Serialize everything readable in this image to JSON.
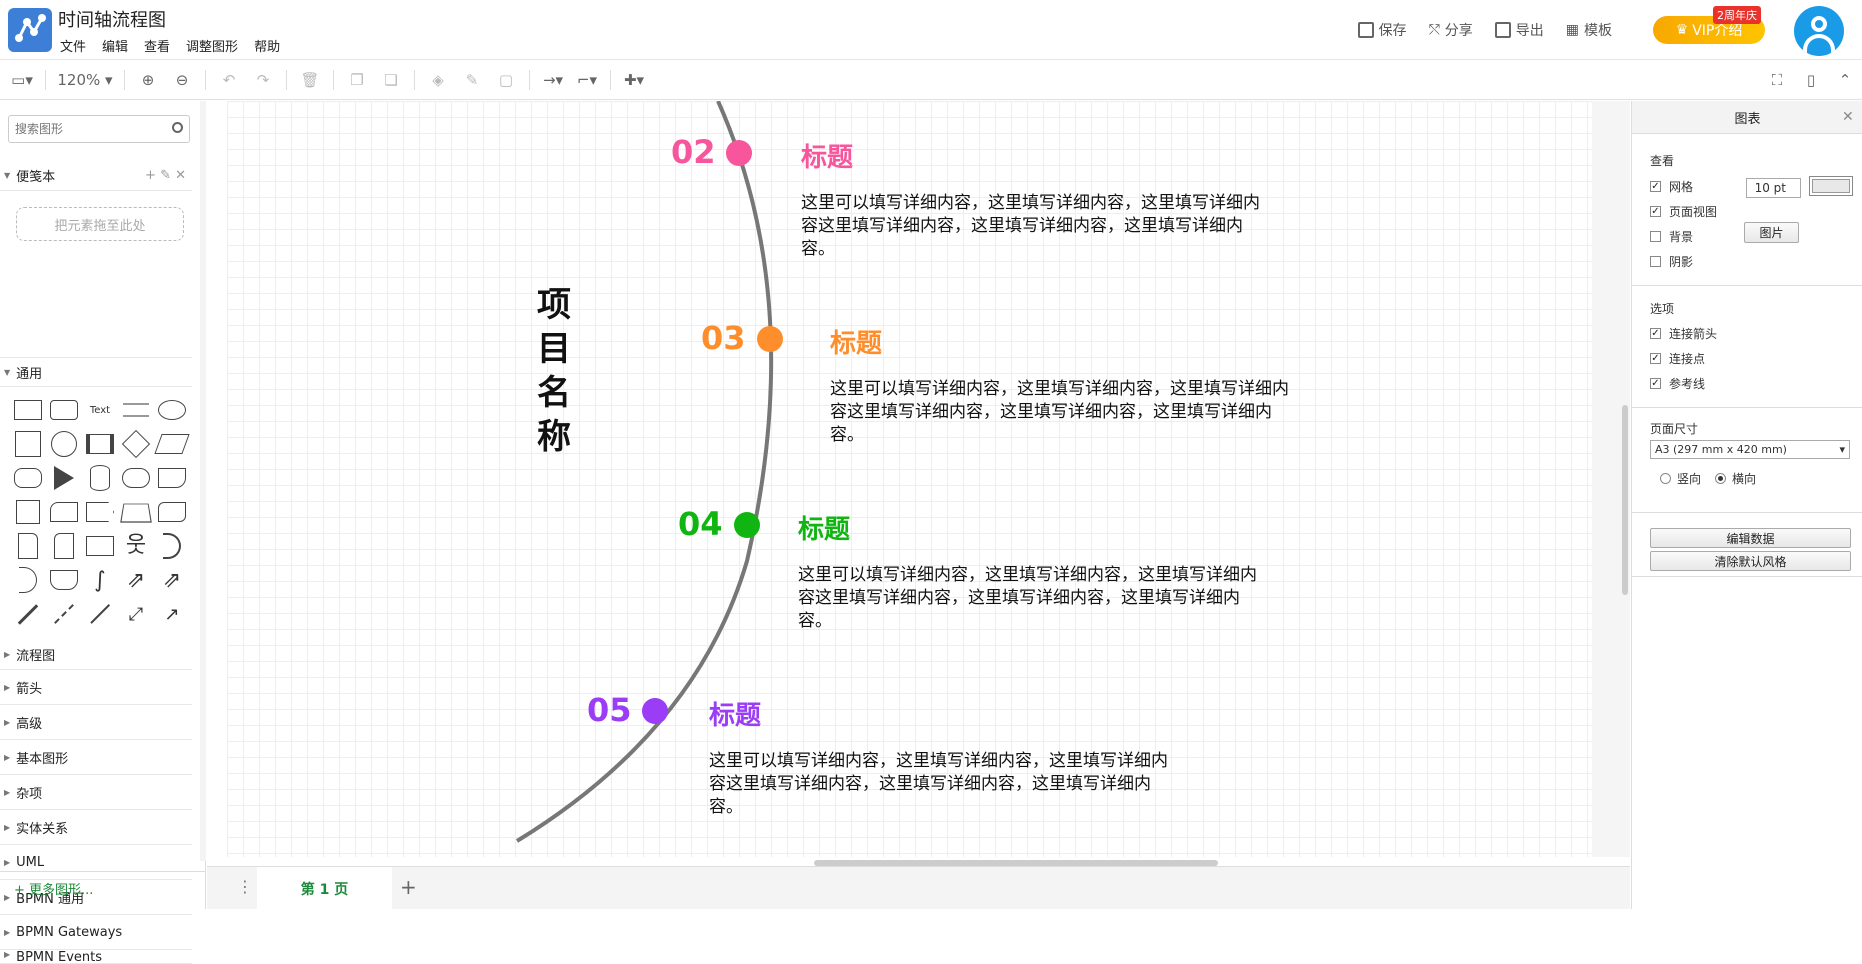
{
  "app": {
    "title": "时间轴流程图",
    "menu": [
      "文件",
      "编辑",
      "查看",
      "调整图形",
      "帮助"
    ],
    "actions": [
      "保存",
      "分享",
      "导出",
      "模板"
    ],
    "vip_label": "VIP介绍",
    "vip_badge": "2周年庆"
  },
  "toolbar": {
    "zoom": "120%"
  },
  "sidebar": {
    "search_placeholder": "搜索图形",
    "scratchpad": "便笺本",
    "dropzone": "把元素拖至此处",
    "general": "通用",
    "text_shape": "Text",
    "categories": [
      "流程图",
      "箭头",
      "高级",
      "基本图形",
      "杂项",
      "实体关系",
      "UML",
      "BPMN 通用",
      "BPMN Gateways",
      "BPMN Events"
    ],
    "more_shapes": "+ 更多图形..."
  },
  "diagram": {
    "project_name": [
      "项",
      "目",
      "名",
      "称"
    ],
    "detail_text": "这里可以填写详细内容，这里填写详细内容，这里填写详细内容这里填写详细内容，这里填写详细内容，这里填写详细内容。",
    "items": [
      {
        "num": "02",
        "title": "标题",
        "color": "#f7559c"
      },
      {
        "num": "03",
        "title": "标题",
        "color": "#fd8e2b"
      },
      {
        "num": "04",
        "title": "标题",
        "color": "#11b511"
      },
      {
        "num": "05",
        "title": "标题",
        "color": "#9b3cf6"
      }
    ]
  },
  "page_tab": "第 1 页",
  "panel": {
    "title": "图表",
    "view": "查看",
    "grid": "网格",
    "grid_size": "10 pt",
    "page_view": "页面视图",
    "background": "背景",
    "background_image_btn": "图片",
    "shadow": "阴影",
    "options": "选项",
    "connect_arrows": "连接箭头",
    "connection_points": "连接点",
    "guides": "参考线",
    "page_size": "页面尺寸",
    "page_size_value": "A3 (297 mm x 420 mm)",
    "portrait": "竖向",
    "landscape": "横向",
    "edit_data": "编辑数据",
    "clear_style": "清除默认风格"
  }
}
